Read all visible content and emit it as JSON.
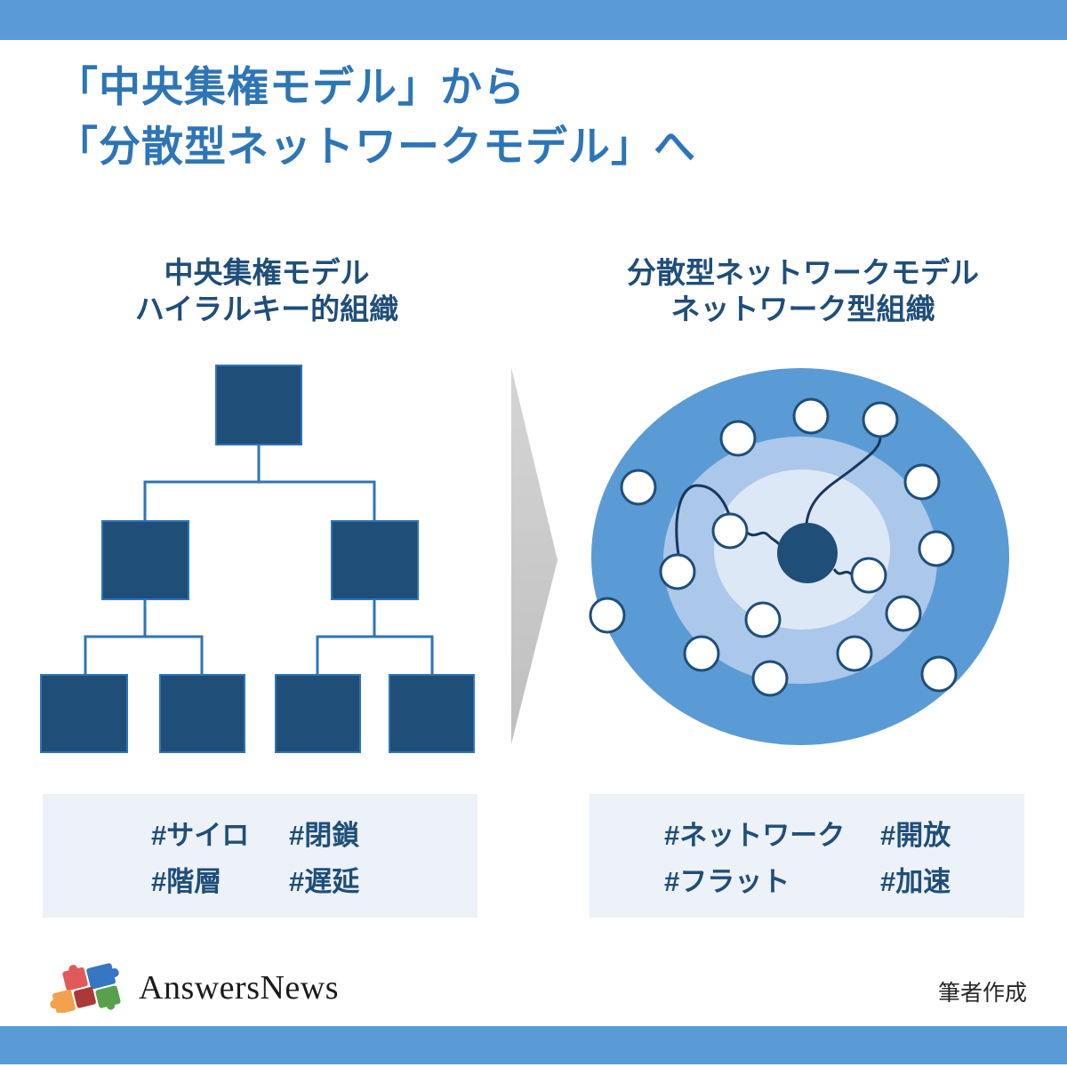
{
  "title": {
    "line1": "「中央集権モデル」から",
    "line2": "「分散型ネットワークモデル」へ"
  },
  "left_panel": {
    "heading_line1": "中央集権モデル",
    "heading_line2": "ハイラルキー的組織",
    "diagram": "org-chart-hierarchy",
    "hashtags": [
      [
        "#サイロ",
        "#閉鎖"
      ],
      [
        "#階層",
        "#遅延"
      ]
    ]
  },
  "right_panel": {
    "heading_line1": "分散型ネットワークモデル",
    "heading_line2": "ネットワーク型組織",
    "diagram": "distributed-network",
    "hashtags": [
      [
        "#ネットワーク",
        "#開放"
      ],
      [
        "#フラット",
        "#加速"
      ]
    ]
  },
  "footer": {
    "logo_text": "AnswersNews",
    "credit": "筆者作成"
  },
  "colors": {
    "accent_bar": "#5b9bd5",
    "title_blue": "#2e75b6",
    "heading_navy": "#1f4e79",
    "box_fill_navy": "#1f4e79",
    "connector_blue": "#2e75b6",
    "tagbox_bg": "#edf1f8",
    "arrow_gray": "#c6c6c6",
    "network_outer": "#5b9bd5",
    "network_middle": "#abc7e9",
    "network_inner": "#dde8f6",
    "curve_navy": "#17375e",
    "node_fill": "#ffffff"
  }
}
